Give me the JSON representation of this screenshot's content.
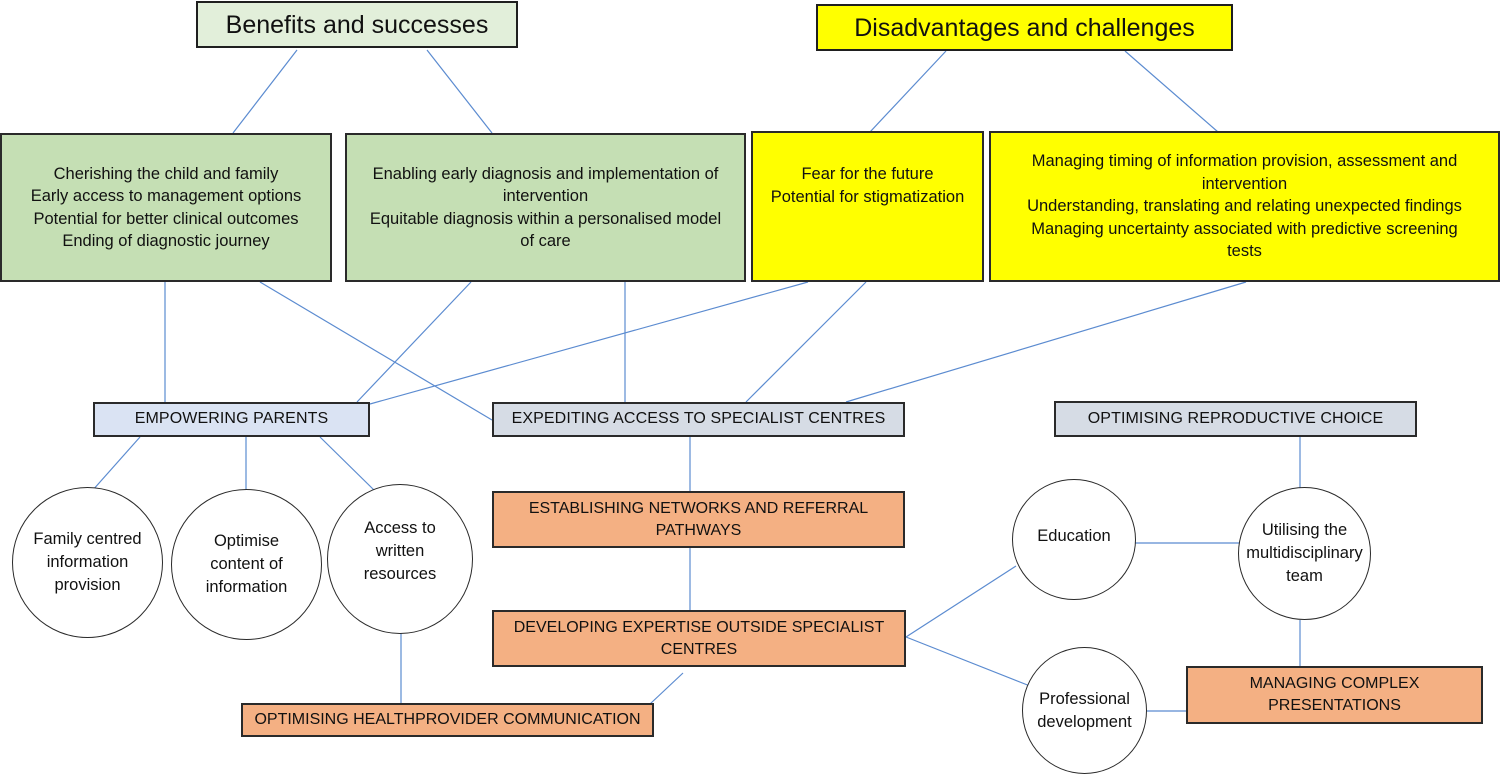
{
  "headers": {
    "benefits": "Benefits and successes",
    "disadvantages": "Disadvantages and challenges"
  },
  "boxes": {
    "green_left": [
      "Cherishing the child and family",
      "Early access to management options",
      "Potential for better clinical outcomes",
      "Ending of diagnostic journey"
    ],
    "green_right": [
      "Enabling early diagnosis and implementation of",
      "intervention",
      "Equitable diagnosis within a personalised model",
      "of care"
    ],
    "yellow_left": [
      "Fear for the future",
      "Potential for stigmatization"
    ],
    "yellow_right": [
      "Managing timing of information provision, assessment and",
      "intervention",
      "Understanding, translating and relating unexpected findings",
      "Managing uncertainty associated with predictive screening",
      "tests"
    ]
  },
  "themes": {
    "empowering": "EMPOWERING PARENTS",
    "expediting": "EXPEDITING ACCESS TO SPECIALIST CENTRES",
    "reproductive": "OPTIMISING REPRODUCTIVE CHOICE"
  },
  "subthemes": {
    "networks": [
      "ESTABLISHING NETWORKS AND REFERRAL",
      "PATHWAYS"
    ],
    "expertise": [
      "DEVELOPING EXPERTISE OUTSIDE SPECIALIST",
      "CENTRES"
    ],
    "communication": [
      "OPTIMISING HEALTHPROVIDER COMMUNICATION"
    ],
    "complex": [
      "MANAGING COMPLEX",
      "PRESENTATIONS"
    ]
  },
  "circles": {
    "family": [
      "Family centred",
      "information",
      "provision"
    ],
    "optimise": [
      "Optimise",
      "content of",
      "information"
    ],
    "access": [
      "Access to",
      "written",
      "resources"
    ],
    "education": [
      "Education"
    ],
    "mdt": [
      "Utilising the",
      "multidisciplinary",
      "team"
    ],
    "professional": [
      "Professional",
      "development"
    ]
  },
  "colors": {
    "connector": "#5b8bd0",
    "header_benefits_bg": "#e2efda",
    "header_disadvantages_bg": "#ffff00",
    "green_box": "#c5dfb4",
    "yellow_box": "#ffff00",
    "theme_blue": "#dae3f3",
    "theme_grey": "#d6dce5",
    "subtheme_orange": "#f4b083"
  }
}
